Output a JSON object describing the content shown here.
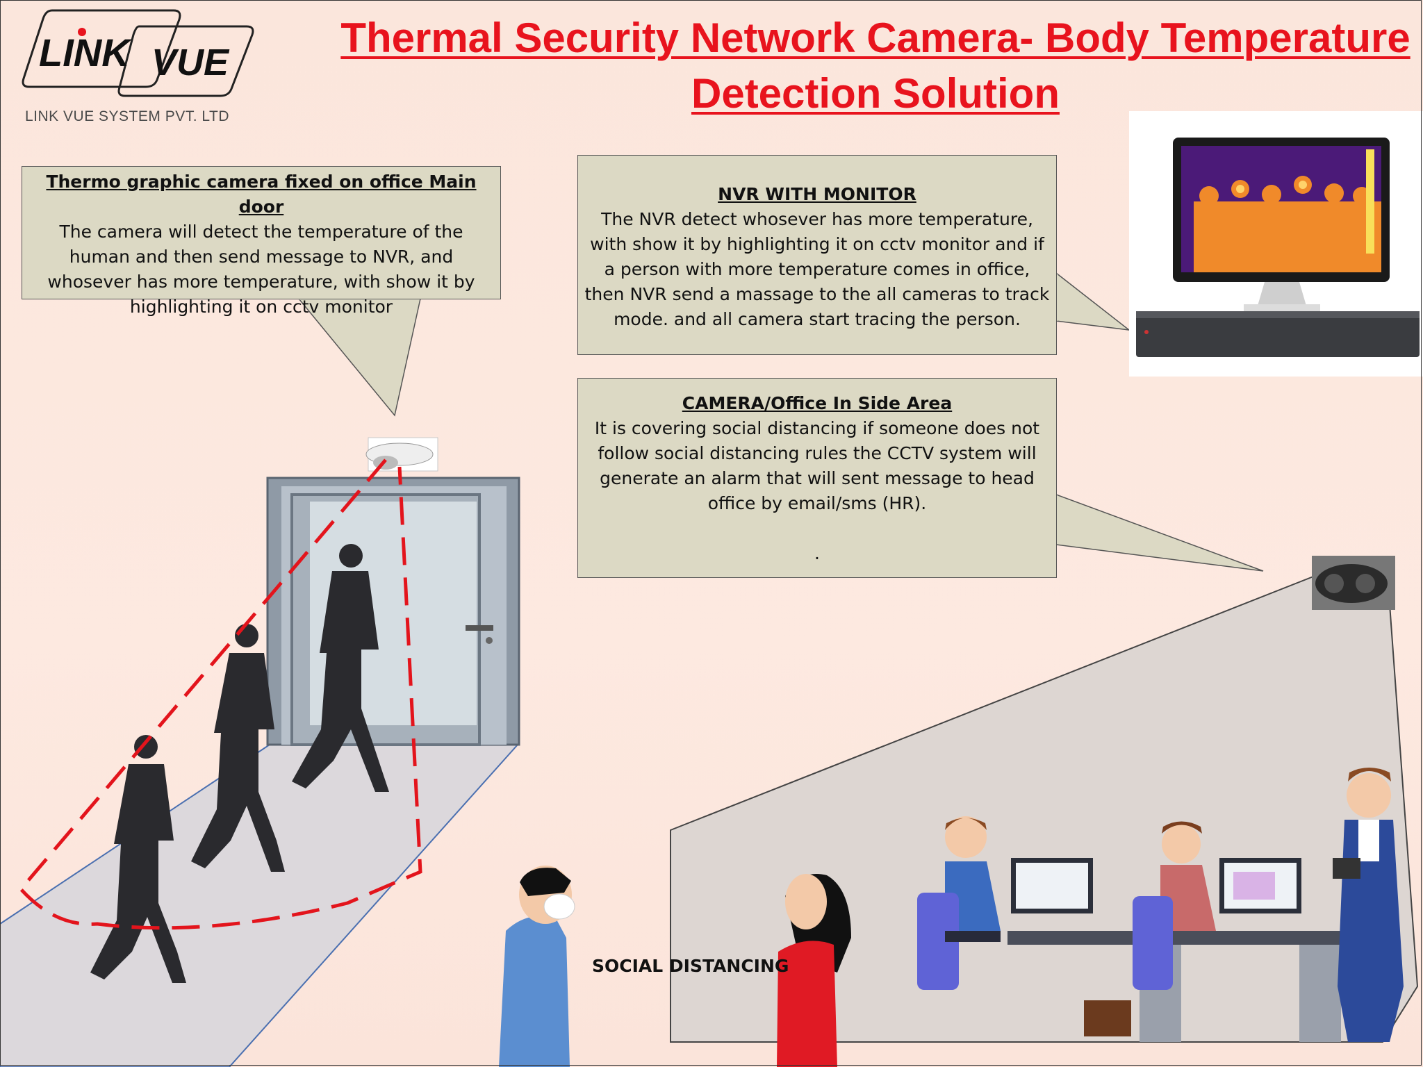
{
  "logo": {
    "word1": "LINK",
    "word2": "VUE",
    "subtitle": "LINK VUE SYSTEM PVT. LTD"
  },
  "title": {
    "line1": "Thermal Security Network Camera- Body Temperature",
    "line2": "Detection Solution"
  },
  "callouts": {
    "door": {
      "heading": "Thermo graphic camera fixed on  office Main door",
      "lines": [
        "The camera will detect the temperature of the",
        "human and then send message to NVR, and",
        "whosever has more temperature, with show it by",
        "highlighting it on cctv monitor"
      ]
    },
    "nvr": {
      "heading": "NVR WITH MONITOR",
      "lines": [
        "The NVR detect whosever has more temperature,",
        "with show it by highlighting it on cctv monitor and if",
        "a person with more temperature comes in office,",
        "then NVR send a massage to the all cameras to track",
        "mode. and all camera start tracing the person."
      ]
    },
    "office": {
      "heading": "CAMERA/Office In Side Area",
      "lines": [
        "It is covering social distancing if someone does not",
        "follow social distancing rules the CCTV system will",
        "generate an alarm that will sent message to head",
        "office by email/sms (HR).",
        "",
        "."
      ]
    }
  },
  "labels": {
    "social_distancing": "SOCIAL DISTANCING"
  },
  "colors": {
    "title_red": "#e8131d",
    "callout_fill": "#dcd9c4",
    "detection_line": "#e3141c",
    "coverage_fill": "#ddd6d2",
    "floor": "#dcd8dc"
  }
}
